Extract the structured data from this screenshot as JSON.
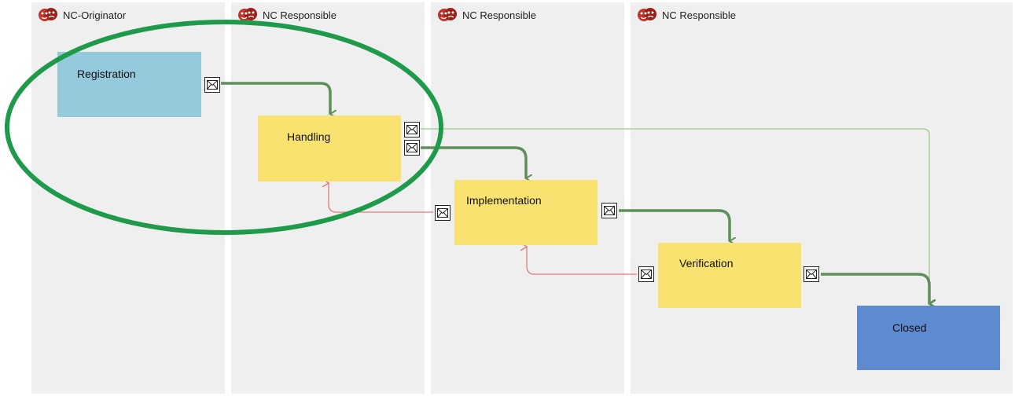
{
  "lanes": [
    {
      "label": "NC-Originator"
    },
    {
      "label": "NC Responsible"
    },
    {
      "label": "NC Responsible"
    },
    {
      "label": "NC Responsible"
    }
  ],
  "nodes": {
    "registration": "Registration",
    "handling": "Handling",
    "implementation": "Implementation",
    "verification": "Verification",
    "closed": "Closed"
  },
  "colors": {
    "lane_bg": "#efefef",
    "registration": "#95c9dc",
    "task": "#f9e270",
    "closed": "#5e8ad0",
    "forward_arrow": "#5e8f58",
    "return_arrow": "#e07b7b",
    "highlight": "#1e9a4a"
  }
}
